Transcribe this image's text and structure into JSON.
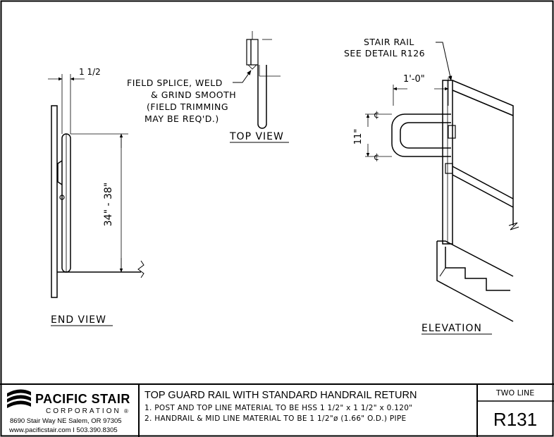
{
  "drawing": {
    "end_view": {
      "title": "END VIEW",
      "dim_top": "1 1/2",
      "dim_height": "34\" - 38\""
    },
    "top_view": {
      "title": "TOP VIEW",
      "note_lines": [
        "FIELD SPLICE, WELD",
        "& GRIND SMOOTH",
        "(FIELD TRIMMING",
        "MAY BE REQ'D.)"
      ]
    },
    "elevation": {
      "title": "ELEVATION",
      "callout_lines": [
        "STAIR RAIL",
        "SEE DETAIL R126"
      ],
      "dim_width": "1'-0\"",
      "dim_height": "11\"",
      "centerline_symbol": "¢"
    }
  },
  "title_block": {
    "company_name": "PACIFIC STAIR",
    "company_sub": "CORPORATION",
    "registered": "®",
    "address": "8690 Stair Way NE Salem, OR 97305",
    "contact": "www.pacificstair.com  I  503.390.8305",
    "drawing_title": "TOP GUARD RAIL WITH STANDARD HANDRAIL RETURN",
    "notes": [
      "1. POST AND TOP LINE MATERIAL TO BE HSS 1 1/2\" x 1 1/2\" x 0.120\"",
      "2. HANDRAIL & MID LINE MATERIAL TO BE 1 1/2\"ø (1.66\" O.D.) PIPE"
    ],
    "variant": "TWO LINE",
    "detail_number": "R131"
  }
}
